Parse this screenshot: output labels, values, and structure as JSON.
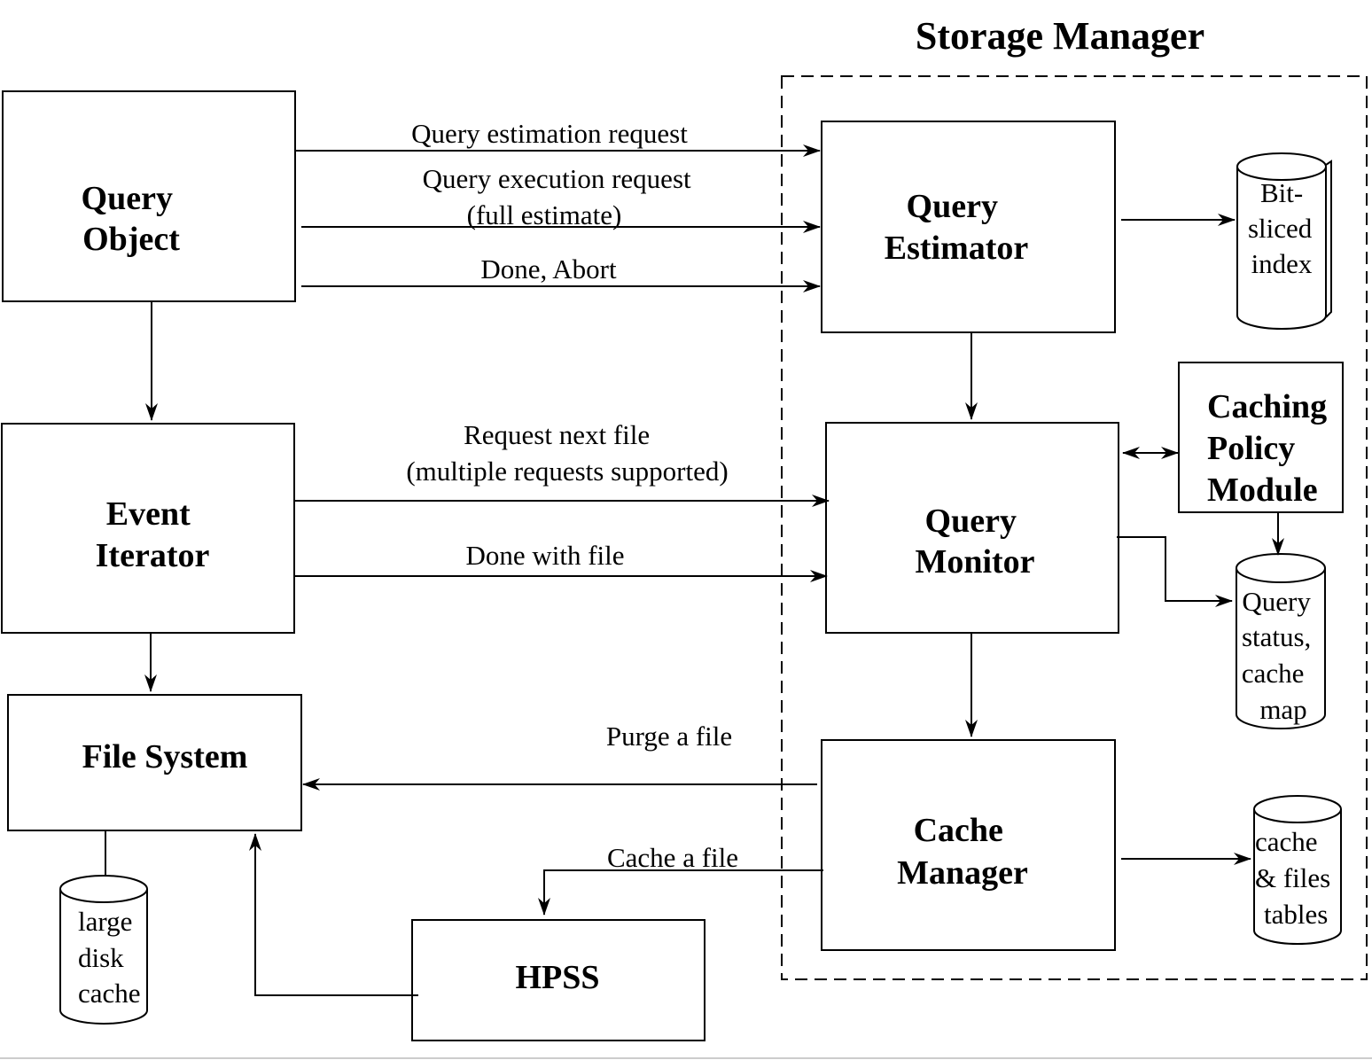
{
  "title": "Storage Manager",
  "boxes": {
    "query_object": [
      "Query",
      "Object"
    ],
    "event_iterator": [
      "Event",
      "Iterator"
    ],
    "file_system": [
      "File System"
    ],
    "hpss": [
      "HPSS"
    ],
    "query_estimator": [
      "Query",
      "Estimator"
    ],
    "query_monitor": [
      "Query",
      "Monitor"
    ],
    "cache_manager": [
      "Cache",
      "Manager"
    ],
    "caching_policy_module": [
      "Caching",
      "Policy",
      "Module"
    ]
  },
  "databases": {
    "bit_sliced_index": [
      "Bit-",
      "sliced",
      "index"
    ],
    "query_status_cache_map": [
      "Query",
      "status,",
      "cache",
      "map"
    ],
    "cache_files_tables": [
      "cache",
      "& files",
      "tables"
    ],
    "large_disk_cache": [
      "large",
      "disk",
      "cache"
    ]
  },
  "edges": {
    "query_estimation_request": [
      "Query estimation request"
    ],
    "query_execution_request": [
      "Query execution request",
      "(full estimate)"
    ],
    "done_abort": [
      "Done, Abort"
    ],
    "request_next_file": [
      "Request next file",
      "(multiple requests supported)"
    ],
    "done_with_file": [
      "Done with file"
    ],
    "purge_a_file": [
      "Purge a file"
    ],
    "cache_a_file": [
      "Cache a file"
    ]
  }
}
